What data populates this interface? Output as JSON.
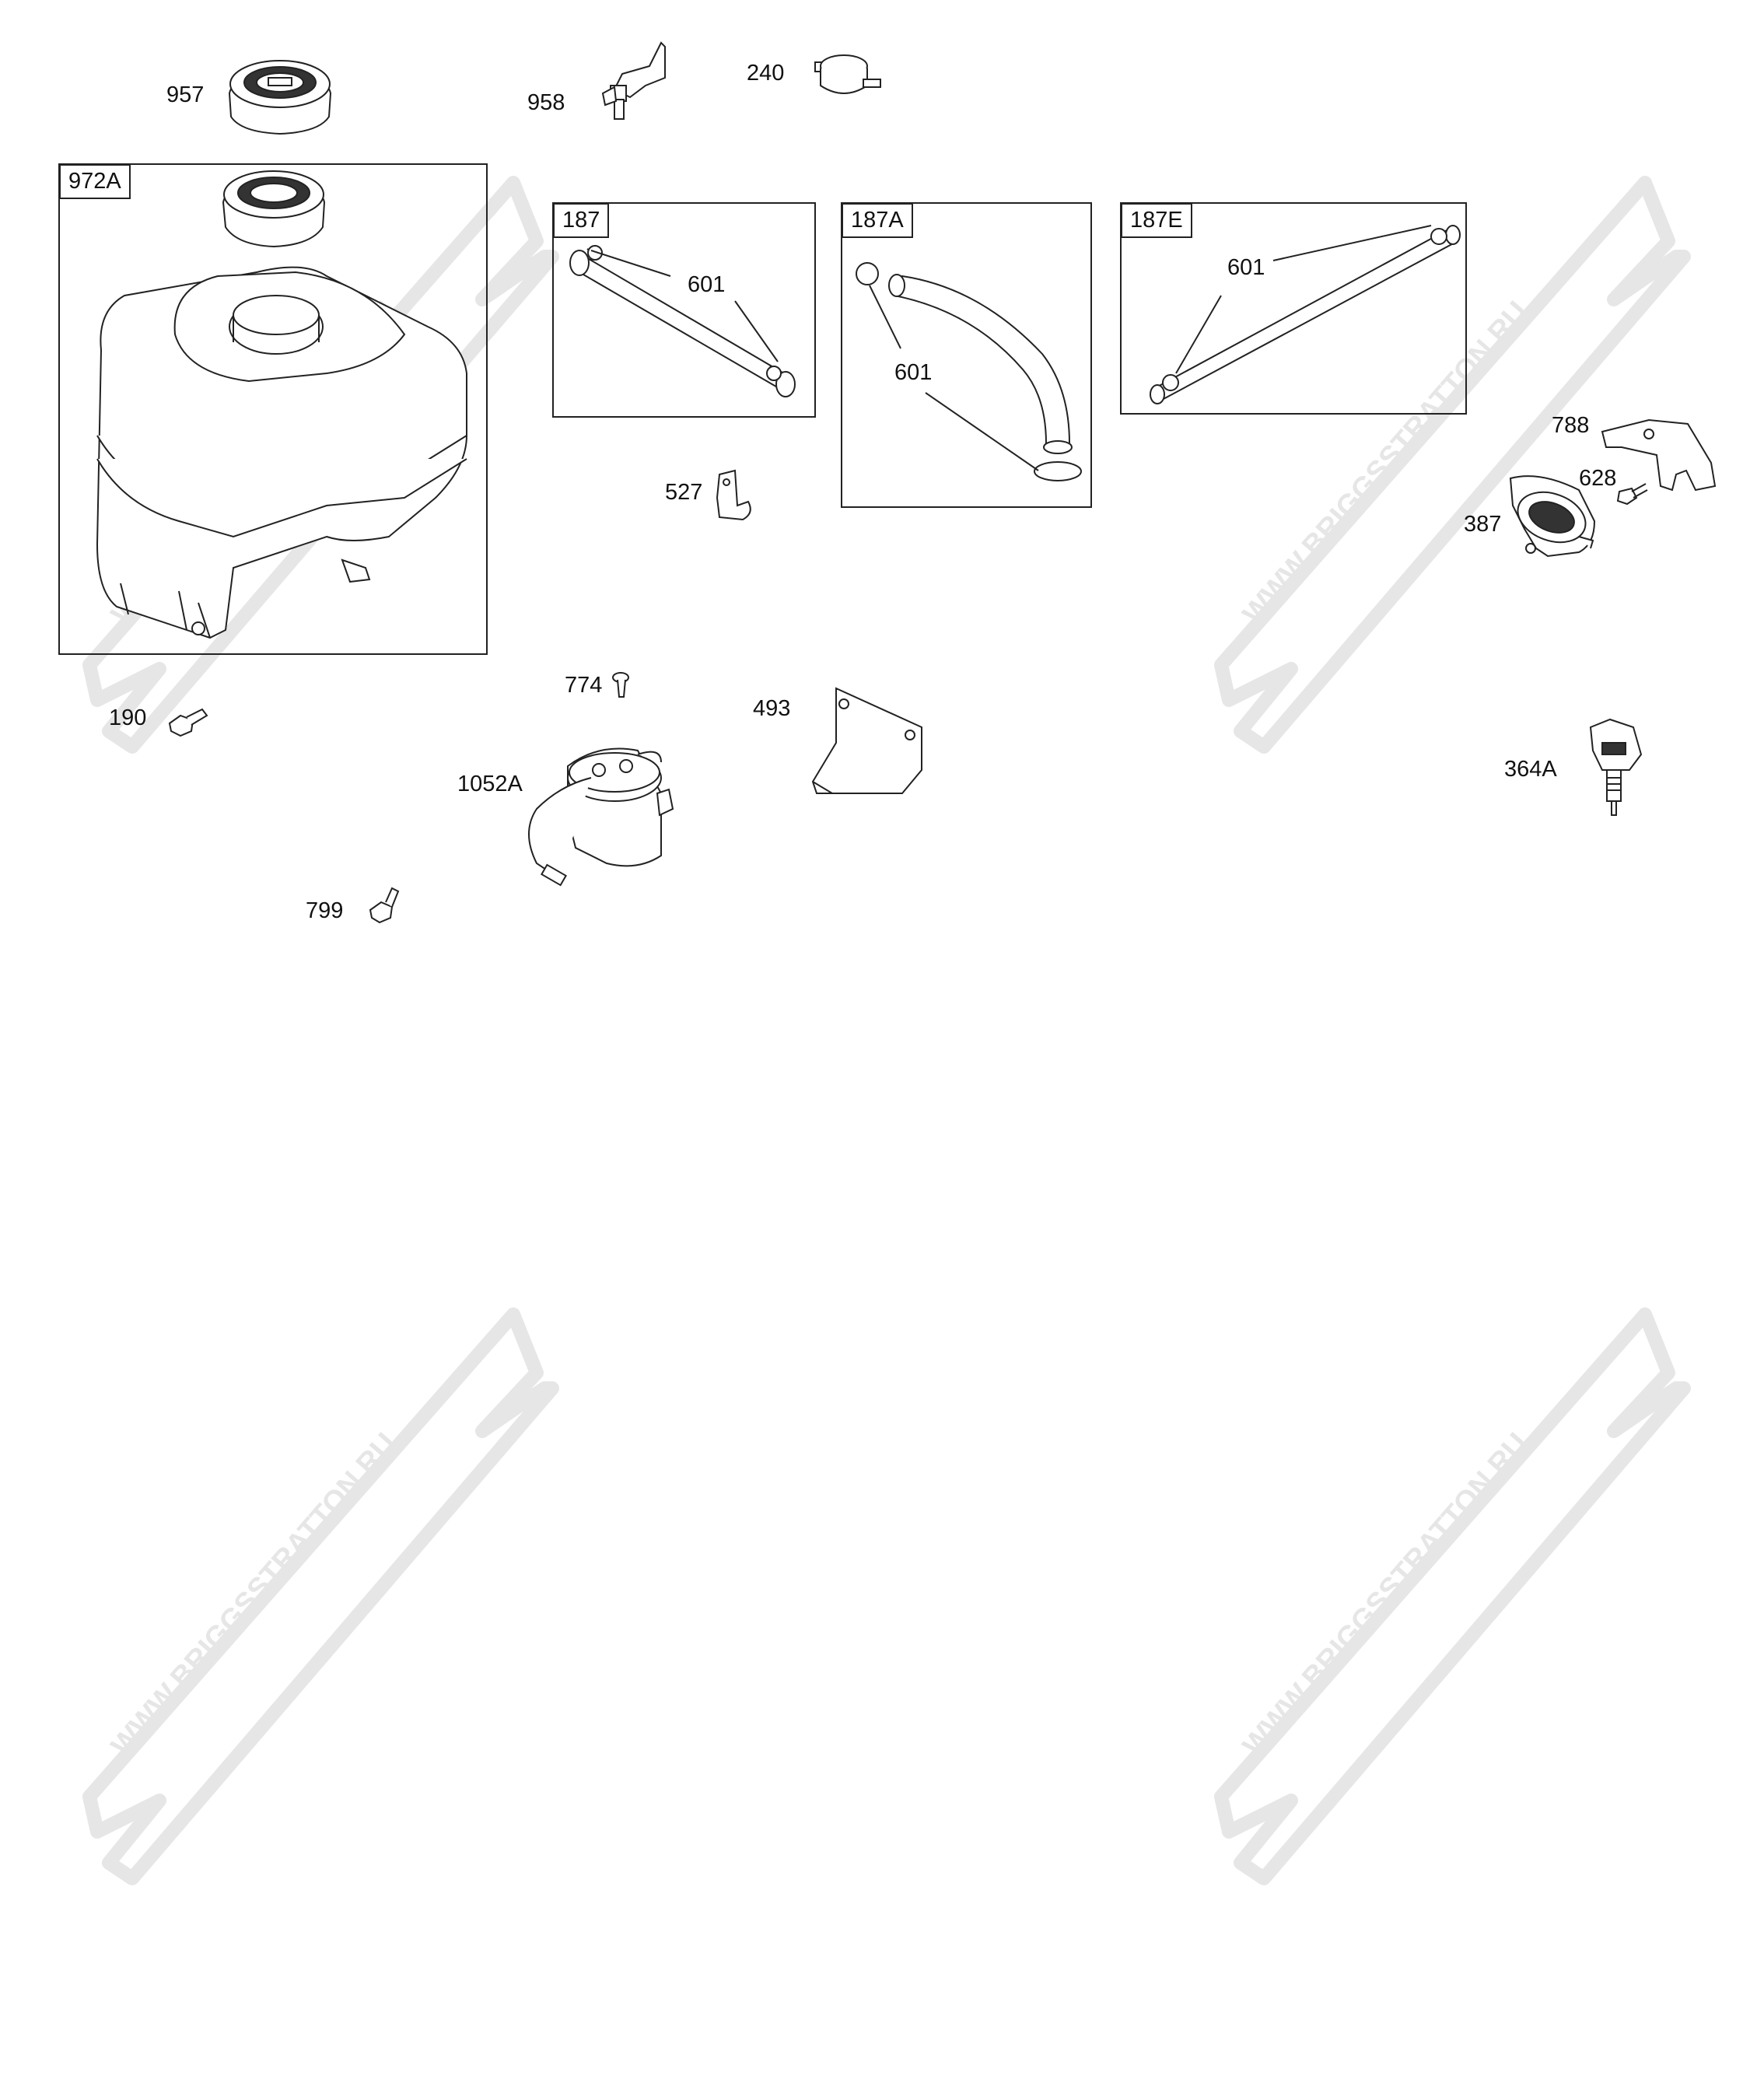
{
  "watermark": {
    "text": "WWW.BRIGGSSTRATTON.RU",
    "color": "#e6e6e6"
  },
  "part_numbers": {
    "cap": "957",
    "fitting": "958",
    "valve": "240",
    "tank_kit": "972A",
    "hose_kit_a": "187",
    "hose_kit_b": "187A",
    "hose_kit_c": "187E",
    "clamp_a": "601",
    "clamp_b": "601",
    "clamp_c": "601",
    "clip": "527",
    "bracket": "788",
    "bolt_small": "628",
    "pump": "387",
    "screw_a": "190",
    "screw_b": "774",
    "solenoid": "1052A",
    "plate": "493",
    "sender": "364A",
    "screw_c": "799"
  }
}
